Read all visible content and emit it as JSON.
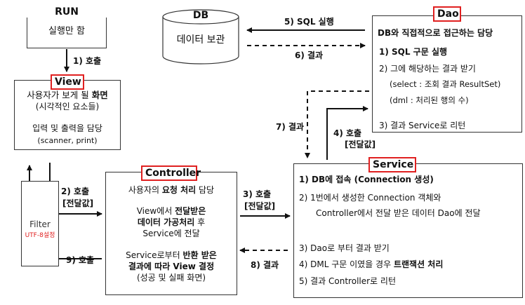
{
  "run": {
    "title": "RUN",
    "desc": "실행만 함"
  },
  "db": {
    "title": "DB",
    "desc": "데이터 보관"
  },
  "dao": {
    "title": "Dao",
    "heading": "DB와 직접적으로 접근하는 담당",
    "item1": "1)   SQL 구문 실행",
    "item2": "2)   그에 해당하는 결과 받기",
    "item2a": "(select : 조회 결과 ResultSet)",
    "item2b": "(dml : 처리된 행의 수)",
    "item3": "3)   결과 Service로 리턴"
  },
  "view": {
    "title": "View",
    "line1_pre": "사용자가 보게 될 ",
    "line1_bold": "화면",
    "line2": "(시각적인 요소들)",
    "line3": "입력 및 출력을 담당",
    "line4": "(scanner, print)"
  },
  "filter": {
    "title": "Filter",
    "sub": "UTF-8설정"
  },
  "controller": {
    "title": "Controller",
    "l1_pre": "사용자의 ",
    "l1_bold": "요청 처리",
    "l1_post": " 담당",
    "l2_pre": "View에서 ",
    "l2_bold": "전달받은",
    "l3_bold": "데이터 가공처리",
    "l3_post": " 후",
    "l4": "Service에 전달",
    "l5_pre": "Service로부터 ",
    "l5_bold": "반환 받은",
    "l6_bold": "결과에 따라 View 결정",
    "l7": "(성공 및 실패 화면)"
  },
  "service": {
    "title": "Service",
    "item1": "1)   DB에 접속 (Connection 생성)",
    "item2a": "2)   1번에서 생성한 Connection 객체와",
    "item2b": "Controller에서 전달 받은 데이터 Dao에 전달",
    "item3": "3)   Dao로 부터 결과 받기",
    "item4_pre": "4)   DML 구문 이였을 경우 ",
    "item4_bold": "트랜잭션 처리",
    "item5": "5)   결과 Controller로 리턴"
  },
  "arrows": {
    "a1": "1) 호출",
    "a2": "2)   호출",
    "a2b": "[전달값]",
    "a3": "3)   호출",
    "a3b": "[전달값]",
    "a4": "4)   호출",
    "a4b": "[전달값]",
    "a5": "5) SQL 실행",
    "a6": "6) 결과",
    "a7": "7) 결과",
    "a8": "8) 결과",
    "a9": "9) 호출"
  },
  "colors": {
    "highlight": "#e02020",
    "line": "#111111"
  }
}
